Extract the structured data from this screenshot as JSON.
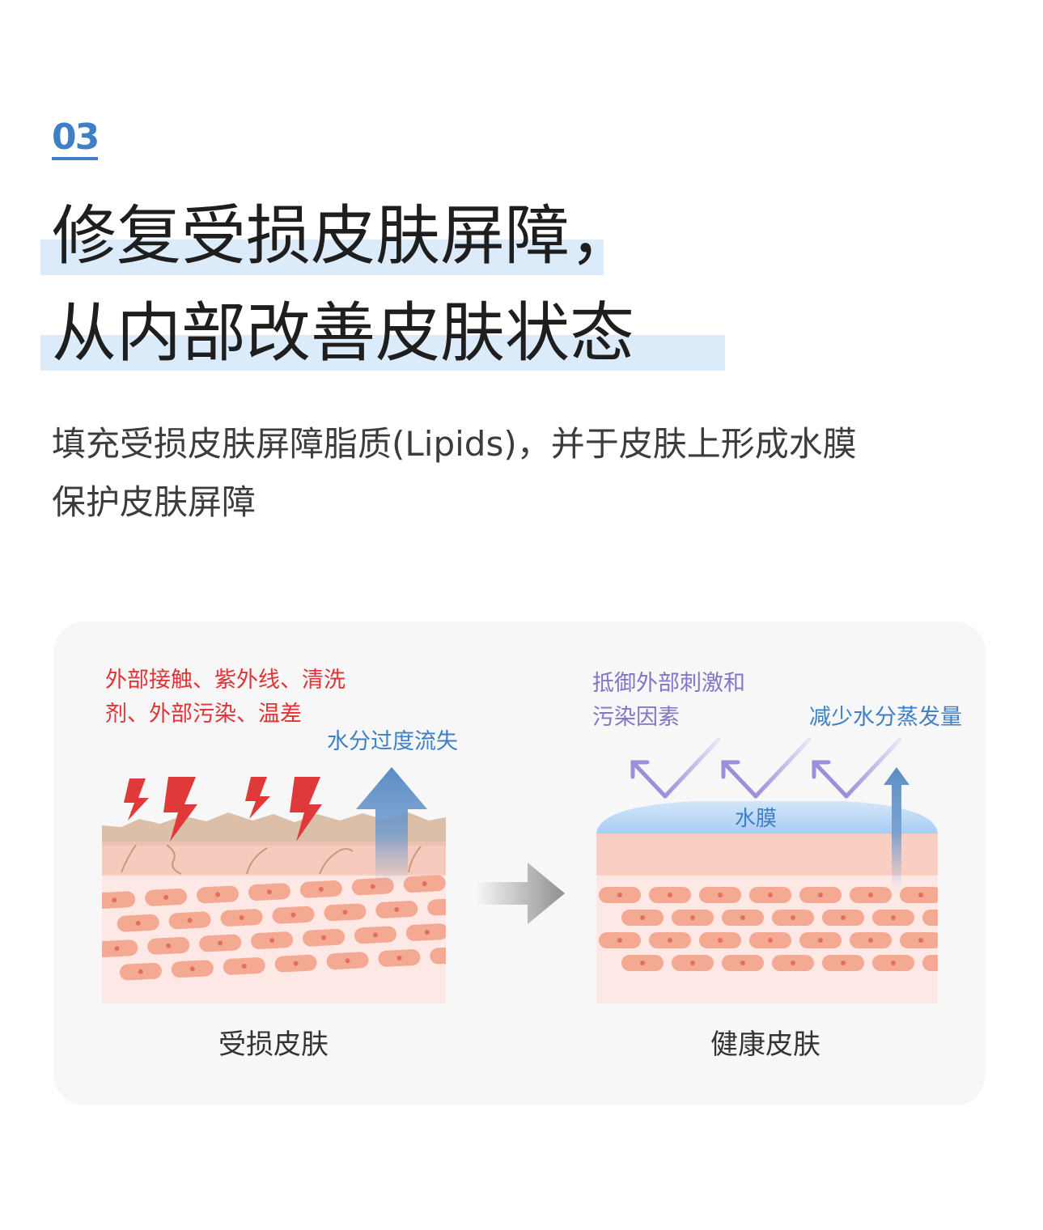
{
  "section": {
    "number": "03"
  },
  "headline": {
    "line1": "修复受损皮肤屏障，",
    "line2": "从内部改善皮肤状态"
  },
  "description": {
    "line1": "填充受损皮肤屏障脂质(Lipids)，并于皮肤上形成水膜",
    "line2": "保护皮肤屏障"
  },
  "diagram": {
    "damaged": {
      "threat_line1": "外部接触、紫外线、清洗",
      "threat_line2": "剂、外部污染、温差",
      "moisture_loss": "水分过度流失",
      "caption": "受损皮肤"
    },
    "healthy": {
      "defense_line1": "抵御外部刺激和",
      "defense_line2": "污染因素",
      "reduce_evaporation": "减少水分蒸发量",
      "film_label": "水膜",
      "caption": "健康皮肤"
    }
  },
  "colors": {
    "accent_blue": "#3f7fc6",
    "threat_red": "#e13235",
    "defense_purple": "#8574c7",
    "highlight": "#dcebfa",
    "skin_cell": "#f4a993"
  }
}
